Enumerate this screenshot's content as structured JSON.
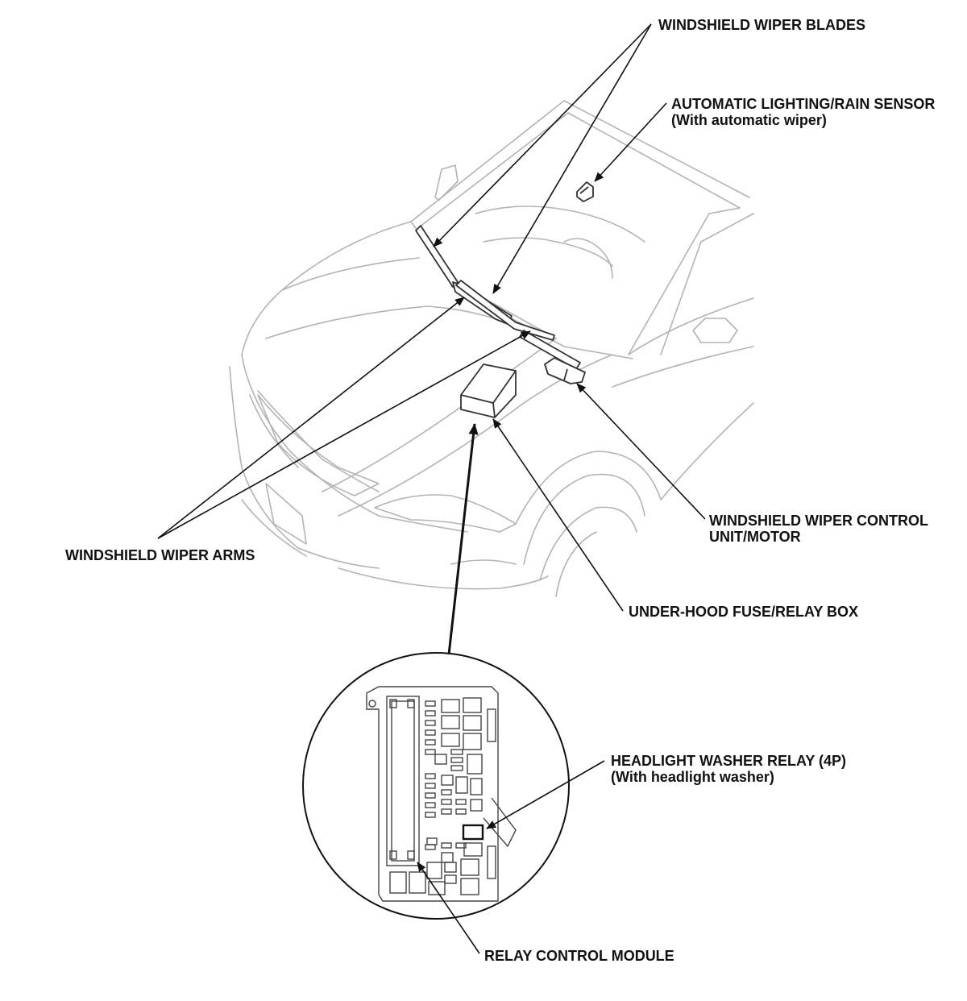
{
  "colors": {
    "outline": "#b3b3b3",
    "part": "#333333",
    "leader": "#111111",
    "text": "#111111"
  },
  "labels": {
    "wiper_blades": "WINDSHIELD WIPER BLADES",
    "rain_sensor_line1": "AUTOMATIC LIGHTING/RAIN SENSOR",
    "rain_sensor_line2": "(With automatic wiper)",
    "wiper_control_line1": "WINDSHIELD WIPER CONTROL",
    "wiper_control_line2": "UNIT/MOTOR",
    "wiper_arms": "WINDSHIELD WIPER ARMS",
    "fuse_box": "UNDER-HOOD FUSE/RELAY BOX",
    "headlight_washer_line1": "HEADLIGHT WASHER RELAY (4P)",
    "headlight_washer_line2": "(With headlight washer)",
    "relay_control": "RELAY CONTROL MODULE"
  }
}
